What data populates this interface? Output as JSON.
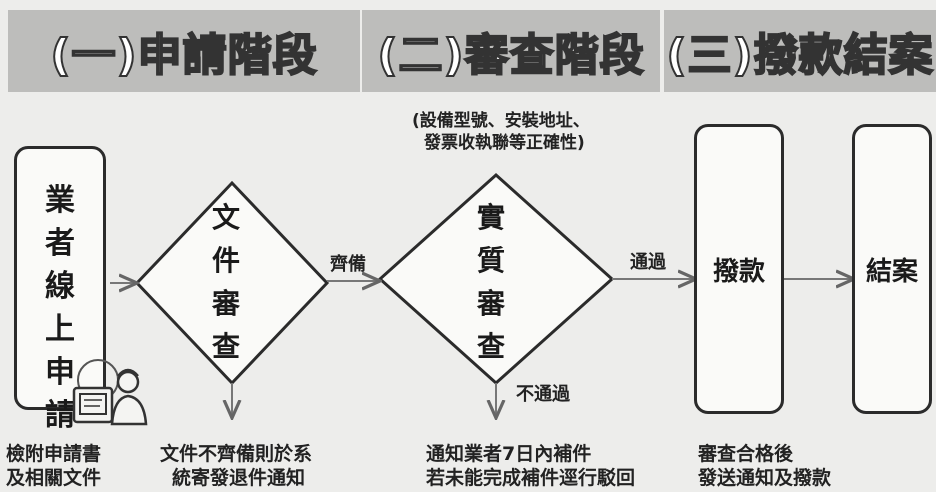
{
  "phases": [
    {
      "label": "(一)申請階段"
    },
    {
      "label": "(二)審查階段"
    },
    {
      "label": "(三)撥款結案"
    }
  ],
  "nodes": {
    "online_apply": [
      "業",
      "者",
      "線",
      "上",
      "申",
      "請"
    ],
    "doc_review": [
      "文",
      "件",
      "審",
      "查"
    ],
    "substantive_review": [
      "實",
      "質",
      "審",
      "查"
    ],
    "disburse": "撥款",
    "close": "結案"
  },
  "edges": {
    "complete": "齊備",
    "pass": "通過",
    "fail": "不通過"
  },
  "notes": {
    "review_scope": [
      "(設備型號、安裝地址、",
      "發票收執聯等正確性)"
    ],
    "attach_docs": [
      "檢附申請書",
      "及相關文件"
    ],
    "doc_return": [
      "文件不齊備則於系",
      "統寄發退件通知"
    ],
    "supplement": [
      "通知業者7日內補件",
      "若未能完成補件逕行駁回"
    ],
    "notify_pay": [
      "審查合格後",
      "發送通知及撥款"
    ]
  }
}
